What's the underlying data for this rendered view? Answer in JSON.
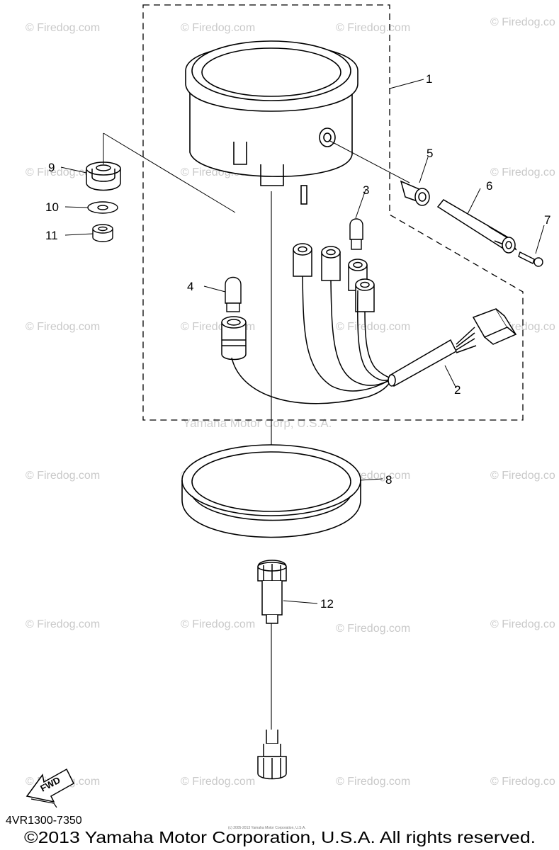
{
  "callouts": [
    {
      "id": "1",
      "label": "1"
    },
    {
      "id": "2",
      "label": "2"
    },
    {
      "id": "3",
      "label": "3"
    },
    {
      "id": "4",
      "label": "4"
    },
    {
      "id": "5",
      "label": "5"
    },
    {
      "id": "6",
      "label": "6"
    },
    {
      "id": "7",
      "label": "7"
    },
    {
      "id": "8",
      "label": "8"
    },
    {
      "id": "9",
      "label": "9"
    },
    {
      "id": "10",
      "label": "10"
    },
    {
      "id": "11",
      "label": "11"
    },
    {
      "id": "12",
      "label": "12"
    }
  ],
  "watermark": {
    "text": "© Firedog.com",
    "partial_right": "© Firedog.co",
    "corp_text": "Yamaha Motor Corp, U.S.A."
  },
  "direction_label": "FWD",
  "diagram_code": "4VR1300-7350",
  "tiny_copyright": "(c) 2005-2013 Yamaha Motor Corporation, U.S.A.",
  "copyright": "©2013 Yamaha Motor Corporation, U.S.A. All rights reserved."
}
